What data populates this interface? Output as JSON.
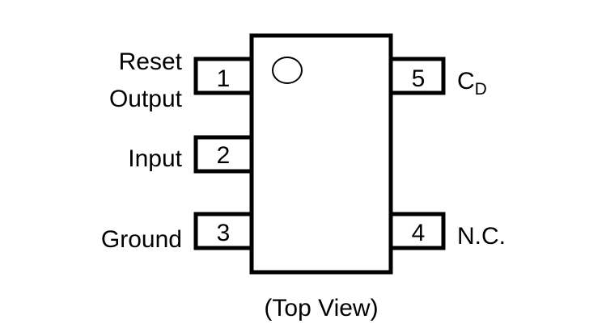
{
  "diagram": {
    "caption": "(Top View)",
    "pins": [
      {
        "number": "1",
        "label_lines": [
          "Reset",
          "Output"
        ],
        "side": "left"
      },
      {
        "number": "2",
        "label_lines": [
          "Input"
        ],
        "side": "left"
      },
      {
        "number": "3",
        "label_lines": [
          "Ground"
        ],
        "side": "left"
      },
      {
        "number": "4",
        "label_lines": [
          "N.C."
        ],
        "side": "right"
      },
      {
        "number": "5",
        "label_main": "C",
        "label_sub": "D",
        "side": "right"
      }
    ]
  }
}
